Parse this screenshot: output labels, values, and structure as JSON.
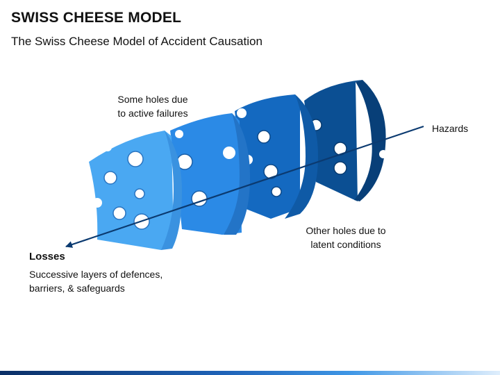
{
  "header": {
    "title": "SWISS CHEESE MODEL",
    "subtitle": "The Swiss Cheese Model of Accident Causation"
  },
  "annotations": {
    "active_failures": [
      "Some holes due",
      "to active failures"
    ],
    "latent_conditions": [
      "Other holes due to",
      "latent conditions"
    ],
    "hazards": "Hazards",
    "losses": "Losses",
    "layers": [
      "Successive layers of defences,",
      "barriers, & safeguards"
    ]
  },
  "colors": {
    "slice_1": "#4aa8f2",
    "slice_2": "#2b8ae6",
    "slice_3": "#1469c0",
    "slice_4": "#0b4f93",
    "arrow": "#0b3a70",
    "bar_dark": "#0b2f66",
    "bar_light": "#3f97e6"
  },
  "icons": {
    "arrow_head": "arrowhead-icon"
  }
}
